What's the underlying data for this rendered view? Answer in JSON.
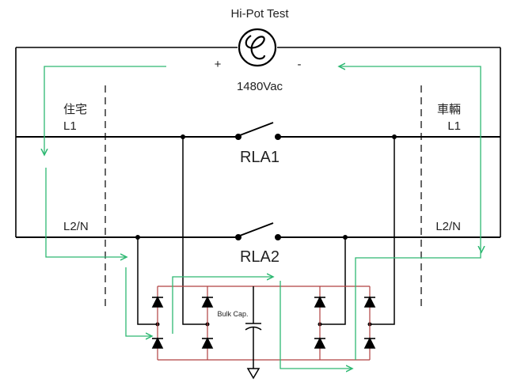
{
  "diagram": {
    "title": "Hi-Pot Test",
    "plus": "+",
    "minus": "-",
    "voltage": "1480Vac",
    "left_side_label": "住宅",
    "right_side_label": "車輛",
    "left_l1": "L1",
    "right_l1": "L1",
    "left_l2n": "L2/N",
    "right_l2n": "L2/N",
    "relay1": "RLA1",
    "relay2": "RLA2",
    "bulk_cap": "Bulk Cap."
  },
  "colors": {
    "wire": "#000000",
    "current_path": "#2eb872",
    "bridge_wire": "#b04040",
    "text": "#222222"
  },
  "icons": [
    "ac-source-icon",
    "switch-icon",
    "diode-icon",
    "capacitor-icon",
    "ground-icon"
  ]
}
